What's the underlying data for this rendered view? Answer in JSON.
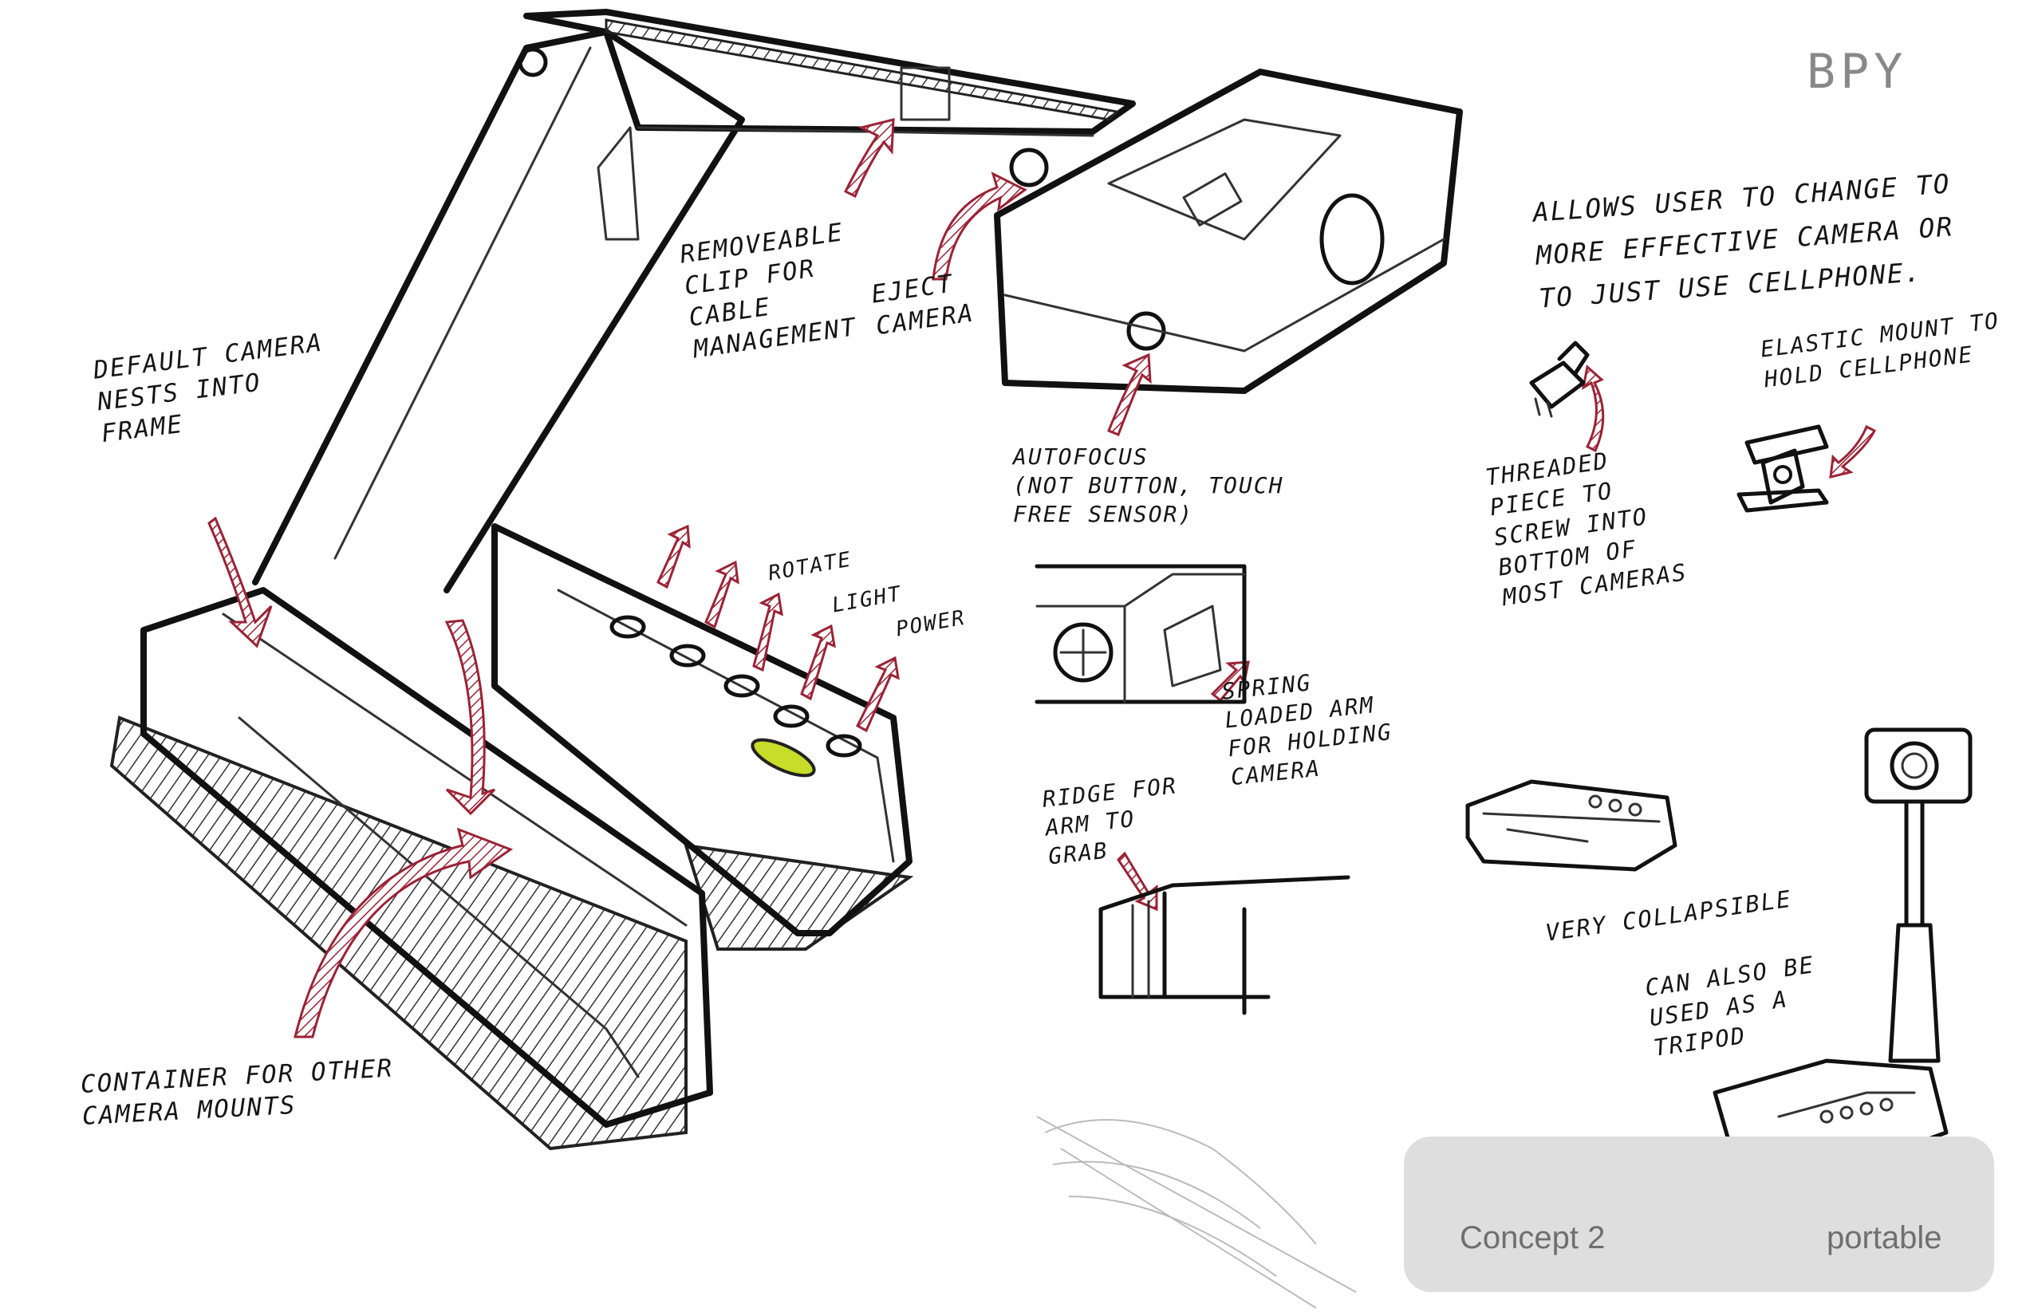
{
  "signature": "BPY",
  "annotations": {
    "default_camera": "DEFAULT CAMERA\nNESTS INTO\nFRAME",
    "removable_clip": "REMOVEABLE\nCLIP FOR\nCABLE\nMANAGEMENT",
    "eject_camera": "EJECT\nCAMERA",
    "rotate": "ROTATE",
    "light": "LIGHT",
    "power": "POWER",
    "container": "CONTAINER FOR OTHER\nCAMERA MOUNTS",
    "autofocus": "AUTOFOCUS\n(NOT BUTTON, TOUCH\nFREE SENSOR)",
    "spring_arm": "SPRING\nLOADED ARM\nFOR HOLDING\nCAMERA",
    "ridge": "RIDGE FOR\nARM TO\nGRAB",
    "allows_user": "ALLOWS USER TO CHANGE TO\nMORE EFFECTIVE CAMERA OR\nTO JUST USE CELLPHONE.",
    "elastic_mount": "ELASTIC MOUNT TO\nHOLD CELLPHONE",
    "threaded_piece": "THREADED\nPIECE TO\nSCREW INTO\nBOTTOM OF\nMOST CAMERAS",
    "very_collapsible": "VERY COLLAPSIBLE",
    "tripod": "CAN ALSO BE\nUSED AS A\nTRIPOD"
  },
  "caption": {
    "title": "Concept 2",
    "subtitle": "portable"
  },
  "colors": {
    "ink": "#111111",
    "arrow": "#9b2335",
    "indicator": "#c8dc2a",
    "caption_bg": "#dedede",
    "caption_text": "#6f6f6f"
  },
  "icons": {
    "arrows": "hatched-curved-arrow",
    "buttons": "round-button"
  }
}
